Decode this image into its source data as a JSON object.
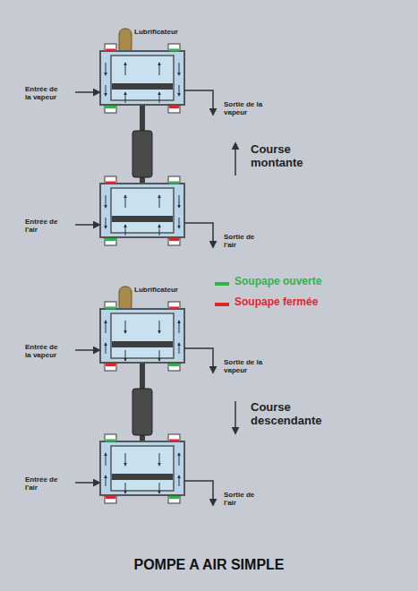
{
  "diagram": {
    "title": "POMPE A AIR SIMPLE",
    "labels": [
      "Lubrificateur",
      "Entrée de la vapeur",
      "Sortie de la vapeur",
      "Course montante",
      "Entrée de l'air",
      "Sortie de l'air",
      "Lubrificateur",
      "Entrée de la vapeur",
      "Sortie de la vapeur",
      "Course descendante",
      "Entrée de l'air",
      "Sortie de l'air"
    ],
    "legend": [
      {
        "text": "Soupape ouverte",
        "color": "#2fb34a"
      },
      {
        "text": "Soupape fermée",
        "color": "#e0262c"
      }
    ]
  }
}
